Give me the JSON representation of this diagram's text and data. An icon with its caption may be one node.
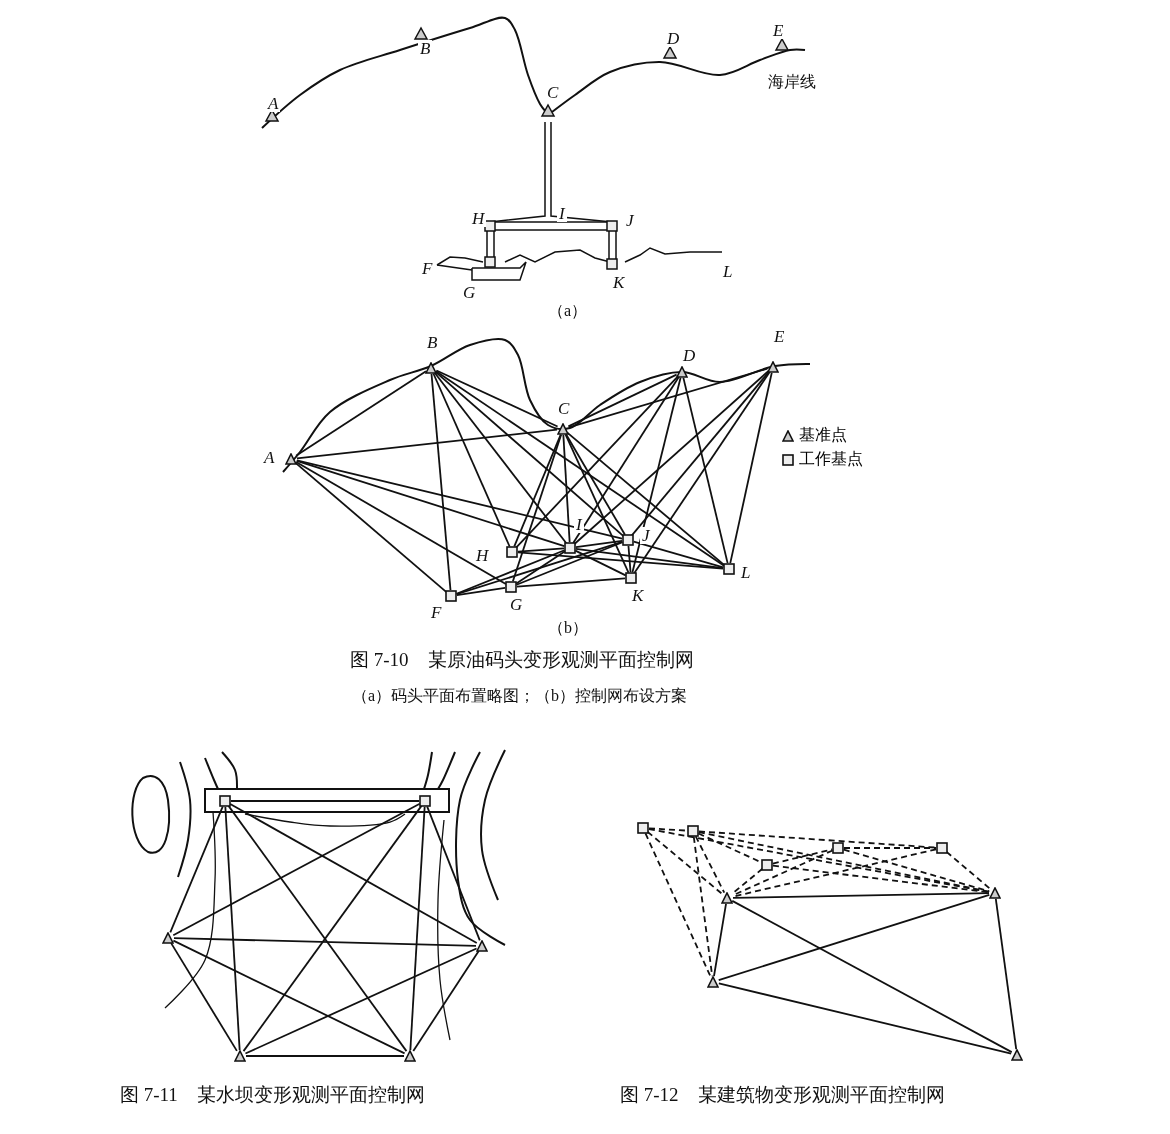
{
  "diagram": {
    "nodes": [
      {
        "text": [],
        "shape": "triangle",
        "beside": [
          "A"
        ]
      },
      {
        "text": [],
        "shape": "triangle",
        "beside": [
          "B"
        ]
      },
      {
        "text": [],
        "shape": "triangle",
        "beside": [
          "C"
        ]
      },
      {
        "text": [],
        "shape": "triangle",
        "beside": [
          "D"
        ]
      },
      {
        "text": [],
        "shape": "triangle",
        "beside": [
          "E"
        ]
      },
      {
        "text": [],
        "shape": "box",
        "beside": [
          "F"
        ]
      },
      {
        "text": [],
        "shape": "box",
        "beside": [
          "G"
        ]
      },
      {
        "text": [],
        "shape": "box",
        "beside": [
          "H"
        ]
      },
      {
        "text": [],
        "shape": "box",
        "beside": [
          "I"
        ]
      },
      {
        "text": [],
        "shape": "box",
        "beside": [
          "J"
        ]
      },
      {
        "text": [],
        "shape": "box",
        "beside": [
          "K"
        ]
      },
      {
        "text": [],
        "shape": "box",
        "beside": [
          "L"
        ]
      },
      {
        "text": [],
        "shape": "box"
      },
      {
        "text": [],
        "shape": "box"
      },
      {
        "text": [],
        "shape": "triangle"
      },
      {
        "text": [],
        "shape": "triangle"
      },
      {
        "text": [],
        "shape": "triangle"
      },
      {
        "text": [],
        "shape": "triangle"
      },
      {
        "text": [],
        "shape": "box"
      },
      {
        "text": [],
        "shape": "box"
      },
      {
        "text": [],
        "shape": "box"
      },
      {
        "text": [],
        "shape": "box"
      },
      {
        "text": [],
        "shape": "box"
      },
      {
        "text": [],
        "shape": "triangle"
      },
      {
        "text": [],
        "shape": "triangle"
      },
      {
        "text": [],
        "shape": "triangle"
      },
      {
        "text": [],
        "shape": "triangle"
      }
    ],
    "edges": [
      {
        "from": 0,
        "to": 1,
        "arrow": "none"
      },
      {
        "from": 0,
        "to": 2,
        "arrow": "none"
      },
      {
        "from": 0,
        "to": 5,
        "arrow": "none"
      },
      {
        "from": 0,
        "to": 6,
        "arrow": "none"
      },
      {
        "from": 0,
        "to": 8,
        "arrow": "none"
      },
      {
        "from": 0,
        "to": 9,
        "arrow": "none"
      },
      {
        "from": 1,
        "to": 2,
        "arrow": "none"
      },
      {
        "from": 1,
        "to": 5,
        "arrow": "none"
      },
      {
        "from": 1,
        "to": 7,
        "arrow": "none"
      },
      {
        "from": 1,
        "to": 8,
        "arrow": "none"
      },
      {
        "from": 1,
        "to": 9,
        "arrow": "none"
      },
      {
        "from": 1,
        "to": 11,
        "arrow": "none"
      },
      {
        "from": 2,
        "to": 3,
        "arrow": "none"
      },
      {
        "from": 2,
        "to": 4,
        "arrow": "none"
      },
      {
        "from": 2,
        "to": 6,
        "arrow": "none"
      },
      {
        "from": 2,
        "to": 7,
        "arrow": "none"
      },
      {
        "from": 2,
        "to": 8,
        "arrow": "none"
      },
      {
        "from": 2,
        "to": 9,
        "arrow": "none"
      },
      {
        "from": 2,
        "to": 10,
        "arrow": "none"
      },
      {
        "from": 2,
        "to": 11,
        "arrow": "none"
      },
      {
        "from": 3,
        "to": 7,
        "arrow": "none"
      },
      {
        "from": 3,
        "to": 8,
        "arrow": "none"
      },
      {
        "from": 3,
        "to": 10,
        "arrow": "none"
      },
      {
        "from": 3,
        "to": 11,
        "arrow": "none"
      },
      {
        "from": 4,
        "to": 8,
        "arrow": "none"
      },
      {
        "from": 4,
        "to": 9,
        "arrow": "none"
      },
      {
        "from": 4,
        "to": 10,
        "arrow": "none"
      },
      {
        "from": 4,
        "to": 11,
        "arrow": "none"
      },
      {
        "from": 5,
        "to": 6,
        "arrow": "none"
      },
      {
        "from": 5,
        "to": 8,
        "arrow": "none"
      },
      {
        "from": 5,
        "to": 9,
        "arrow": "none"
      },
      {
        "from": 6,
        "to": 8,
        "arrow": "none"
      },
      {
        "from": 6,
        "to": 9,
        "arrow": "none"
      },
      {
        "from": 6,
        "to": 10,
        "arrow": "none"
      },
      {
        "from": 7,
        "to": 8,
        "arrow": "none"
      },
      {
        "from": 7,
        "to": 11,
        "arrow": "none"
      },
      {
        "from": 8,
        "to": 9,
        "arrow": "none"
      },
      {
        "from": 8,
        "to": 10,
        "arrow": "none"
      },
      {
        "from": 8,
        "to": 11,
        "arrow": "none"
      },
      {
        "from": 9,
        "to": 10,
        "arrow": "none"
      },
      {
        "from": 9,
        "to": 11,
        "arrow": "none"
      },
      {
        "from": 12,
        "to": 13,
        "arrow": "none"
      },
      {
        "from": 12,
        "to": 14,
        "arrow": "none"
      },
      {
        "from": 12,
        "to": 15,
        "arrow": "none"
      },
      {
        "from": 12,
        "to": 16,
        "arrow": "none"
      },
      {
        "from": 12,
        "to": 17,
        "arrow": "none"
      },
      {
        "from": 13,
        "to": 14,
        "arrow": "none"
      },
      {
        "from": 13,
        "to": 15,
        "arrow": "none"
      },
      {
        "from": 13,
        "to": 16,
        "arrow": "none"
      },
      {
        "from": 13,
        "to": 17,
        "arrow": "none"
      },
      {
        "from": 14,
        "to": 15,
        "arrow": "none"
      },
      {
        "from": 14,
        "to": 16,
        "arrow": "none"
      },
      {
        "from": 14,
        "to": 17,
        "arrow": "none"
      },
      {
        "from": 15,
        "to": 16,
        "arrow": "none"
      },
      {
        "from": 15,
        "to": 17,
        "arrow": "none"
      },
      {
        "from": 16,
        "to": 17,
        "arrow": "none"
      },
      {
        "from": 23,
        "to": 24,
        "arrow": "none"
      },
      {
        "from": 23,
        "to": 25,
        "arrow": "none"
      },
      {
        "from": 23,
        "to": 26,
        "arrow": "none"
      },
      {
        "from": 24,
        "to": 25,
        "arrow": "none"
      },
      {
        "from": 24,
        "to": 26,
        "arrow": "none"
      },
      {
        "from": 25,
        "to": 26,
        "arrow": "none"
      },
      {
        "from": 18,
        "to": 19,
        "arrow": "none",
        "style": "dashed"
      },
      {
        "from": 18,
        "to": 23,
        "arrow": "none",
        "style": "dashed"
      },
      {
        "from": 18,
        "to": 25,
        "arrow": "none",
        "style": "dashed"
      },
      {
        "from": 18,
        "to": 24,
        "arrow": "none",
        "style": "dashed"
      },
      {
        "from": 19,
        "to": 23,
        "arrow": "none",
        "style": "dashed"
      },
      {
        "from": 19,
        "to": 25,
        "arrow": "none",
        "style": "dashed"
      },
      {
        "from": 19,
        "to": 24,
        "arrow": "none",
        "style": "dashed"
      },
      {
        "from": 19,
        "to": 21,
        "arrow": "none",
        "style": "dashed"
      },
      {
        "from": 19,
        "to": 22,
        "arrow": "none",
        "style": "dashed"
      },
      {
        "from": 22,
        "to": 23,
        "arrow": "none",
        "style": "dashed"
      },
      {
        "from": 22,
        "to": 24,
        "arrow": "none",
        "style": "dashed"
      },
      {
        "from": 22,
        "to": 20,
        "arrow": "none",
        "style": "dashed"
      },
      {
        "from": 20,
        "to": 23,
        "arrow": "none",
        "style": "dashed"
      },
      {
        "from": 20,
        "to": 24,
        "arrow": "none",
        "style": "dashed"
      },
      {
        "from": 20,
        "to": 21,
        "arrow": "none",
        "style": "dashed"
      },
      {
        "from": 21,
        "to": 23,
        "arrow": "none",
        "style": "dashed"
      },
      {
        "from": 21,
        "to": 24,
        "arrow": "none",
        "style": "dashed"
      }
    ],
    "labels": [
      "B",
      "E",
      "D",
      "海岸线",
      "A",
      "C",
      "H",
      "I",
      "J",
      "F",
      "K",
      "L",
      "G",
      "（a）",
      "（b）",
      "图 7-10　某原油码头变形观测平面控制网",
      "（a）码头平面布置略图；（b）控制网布设方案",
      "图 7-11　某水坝变形观测平面控制网",
      "图 7-12　某建筑物变形观测平面控制网"
    ],
    "legend": [
      {
        "text": "基准点"
      },
      {
        "text": "工作基点"
      }
    ]
  }
}
